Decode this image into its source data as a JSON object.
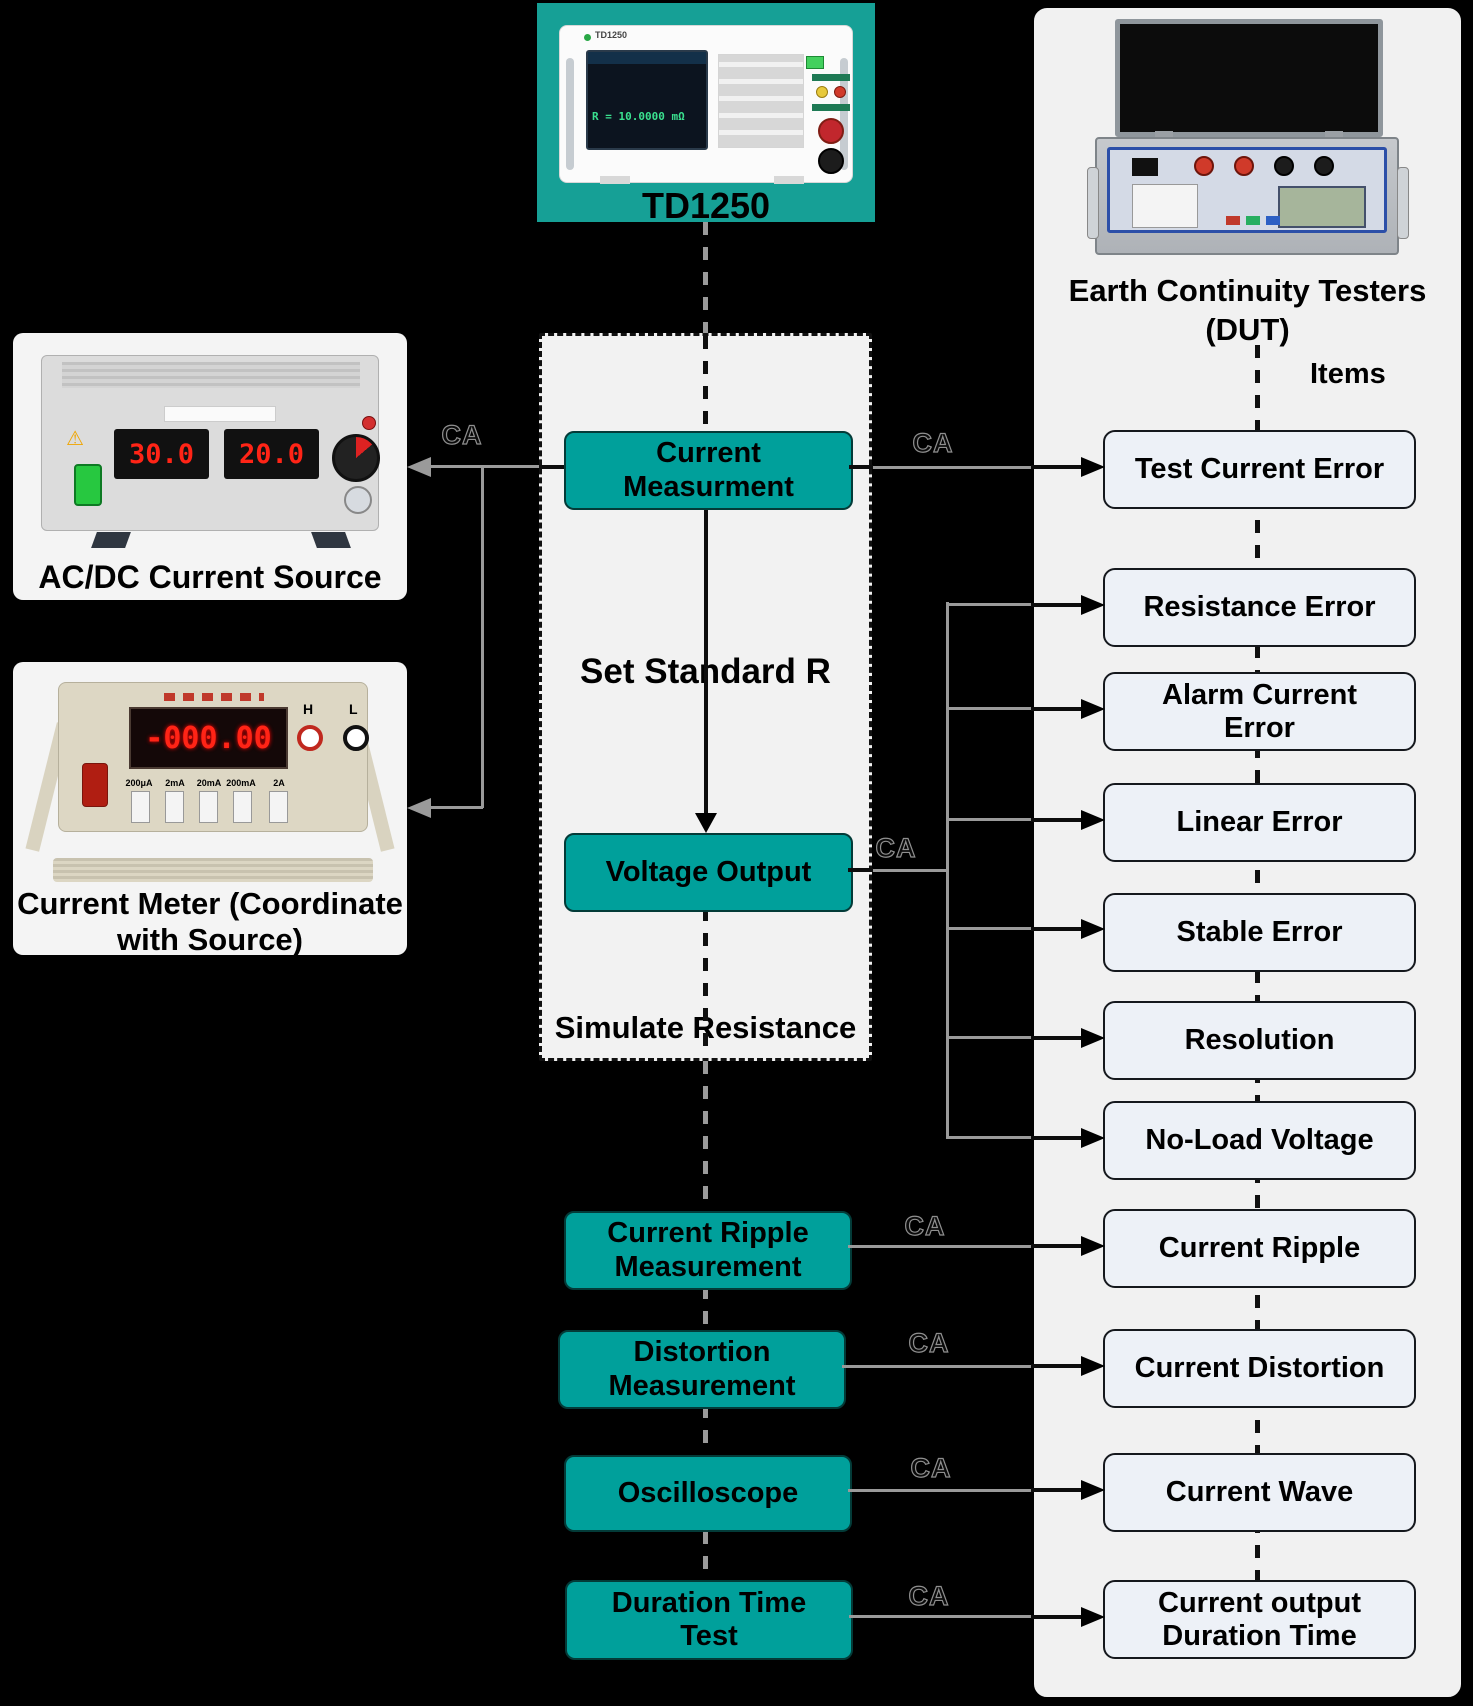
{
  "colors": {
    "background": "#000000",
    "teal_header": "#16a096",
    "teal_box": "#00a09b",
    "panel_light": "#f2f2f2",
    "item_fill": "#edf1f7",
    "ghost_line": "#9a9a9a",
    "led_red": "#ff2416",
    "screen_green": "#3ae18f"
  },
  "header": {
    "label": "TD1250",
    "brand": "TD1250",
    "screen_text": "R = 10.0000 mΩ"
  },
  "left_column": {
    "source": {
      "caption": "AC/DC Current Source",
      "display_current": "30.0",
      "display_voltage": "20.0",
      "warning_icon": "⚠"
    },
    "meter": {
      "caption": "Current Meter (Coordinate\nwith Source)",
      "display": "-000.00",
      "jack_labels": [
        "H",
        "L"
      ],
      "range_labels": [
        "200μA",
        "2mA",
        "20mA",
        "200mA",
        "2A"
      ]
    }
  },
  "center": {
    "connector_label": "CA",
    "panel_labels": {
      "set_standard": "Set Standard R",
      "simulate": "Simulate Resistance"
    },
    "flow_boxes": [
      {
        "label": "Current\nMeasurment"
      },
      {
        "label": "Voltage Output"
      },
      {
        "label": "Current Ripple\nMeasurement"
      },
      {
        "label": "Distortion\nMeasurement"
      },
      {
        "label": "Oscilloscope"
      },
      {
        "label": "Duration Time\nTest"
      }
    ]
  },
  "right_panel": {
    "title": "Earth Continuity Testers\n(DUT)",
    "items_heading": "Items",
    "items": [
      "Test Current Error",
      "Resistance Error",
      "Alarm Current\nError",
      "Linear Error",
      "Stable Error",
      "Resolution",
      "No-Load Voltage",
      "Current Ripple",
      "Current Distortion",
      "Current Wave",
      "Current output\nDuration Time"
    ]
  }
}
